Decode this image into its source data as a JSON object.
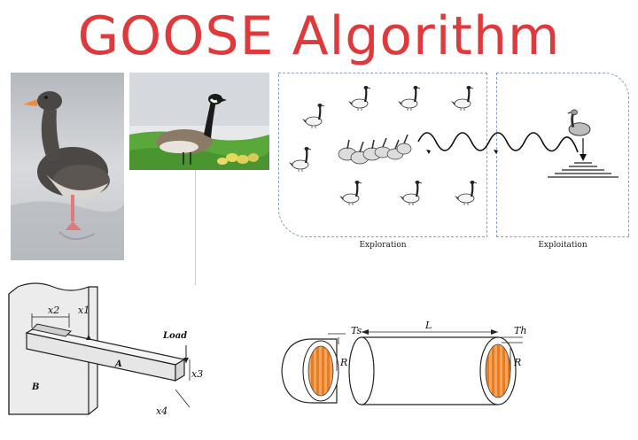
{
  "title": "GOOSE Algorithm",
  "exploration_caption": "Exploration",
  "exploitation_caption": "Exploitation",
  "beam": {
    "x1": "x1",
    "x2": "x2",
    "x3": "x3",
    "x4": "x4",
    "load": "Load",
    "a": "A",
    "b": "B"
  },
  "vessel": {
    "ts": "Ts",
    "th": "Th",
    "l": "L",
    "r": "R"
  },
  "colors": {
    "title": "#e0393b",
    "heat": "#f07a1a",
    "panel_border": "#8aa1c0"
  }
}
